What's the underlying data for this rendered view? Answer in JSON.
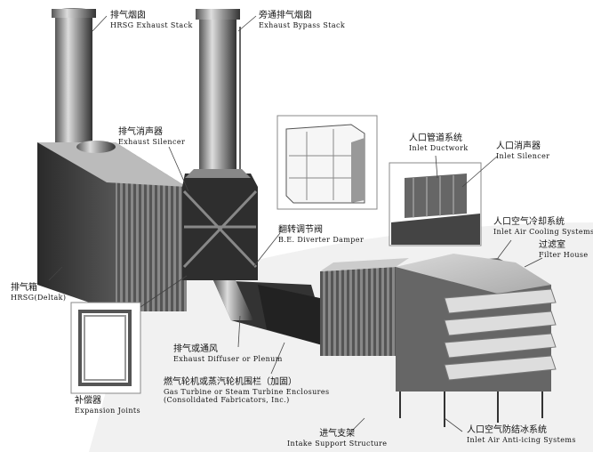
{
  "labels": {
    "hrsg_stack": {
      "cn": "排气烟囱",
      "en": "HRSG Exhaust Stack"
    },
    "bypass_stack": {
      "cn": "旁通排气烟囱",
      "en": "Exhaust Bypass Stack"
    },
    "exhaust_silencer": {
      "cn": "排气消声器",
      "en": "Exhaust Silencer"
    },
    "diverter_damper": {
      "cn": "翻转调节阀",
      "en": "B.E. Diverter Damper"
    },
    "inlet_ductwork": {
      "cn": "人口管道系统",
      "en": "Inlet Ductwork"
    },
    "inlet_silencer": {
      "cn": "人口消声器",
      "en": "Inlet Silencer"
    },
    "inlet_cooling": {
      "cn": "人口空气冷却系统",
      "en": "Inlet Air Cooling Systems"
    },
    "filter_house": {
      "cn": "过滤室",
      "en": "Filter House"
    },
    "hrsg": {
      "cn": "排气箱",
      "en": "HRSG(Deltak)"
    },
    "expansion_joints": {
      "cn": "补偿器",
      "en": "Expansion Joints"
    },
    "exhaust_diffuser": {
      "cn": "排气或通风",
      "en": "Exhaust Diffuser or Plenum"
    },
    "enclosures": {
      "cn": "燃气轮机或蒸汽轮机围栏（加固）",
      "en": "Gas Turbine or Steam Turbine Enclosures",
      "en2": "(Consolidated Fabricators, Inc.)"
    },
    "intake_support": {
      "cn": "进气支架",
      "en": "Intake Support Structure"
    },
    "anti_icing": {
      "cn": "人口空气防结冰系统",
      "en": "Inlet Air Anti-icing Systems"
    }
  }
}
